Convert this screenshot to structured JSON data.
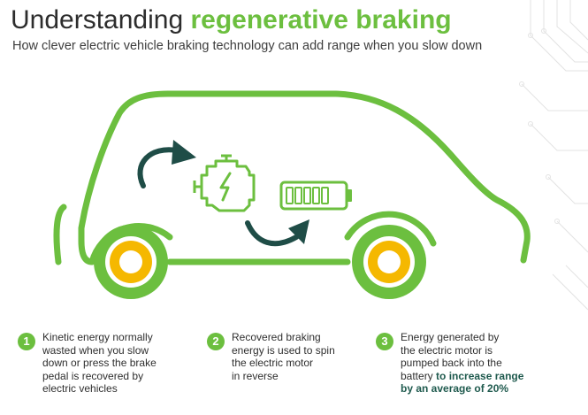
{
  "title": {
    "part1": "Understanding ",
    "part2": "regenerative braking"
  },
  "subtitle": "How clever electric vehicle braking technology can add range when you slow down",
  "colors": {
    "green": "#6cbf3f",
    "dark_teal": "#1f4d47",
    "wheel_yellow": "#f5b800"
  },
  "steps": [
    {
      "number": "1",
      "lines": [
        "Kinetic energy normally",
        "wasted when you slow",
        "down or press the brake",
        "pedal is recovered by",
        "electric vehicles"
      ]
    },
    {
      "number": "2",
      "lines": [
        "Recovered braking",
        "energy is used to spin",
        "the electric motor",
        "in reverse"
      ]
    },
    {
      "number": "3",
      "lines": [
        "Energy generated by",
        "the electric motor is",
        "pumped back into the"
      ],
      "line4_prefix": "battery ",
      "line4_bold": "to increase range",
      "line5_bold": "by an average of 20%"
    }
  ],
  "icons": [
    "engine-icon",
    "battery-icon",
    "curved-arrow-icon"
  ]
}
